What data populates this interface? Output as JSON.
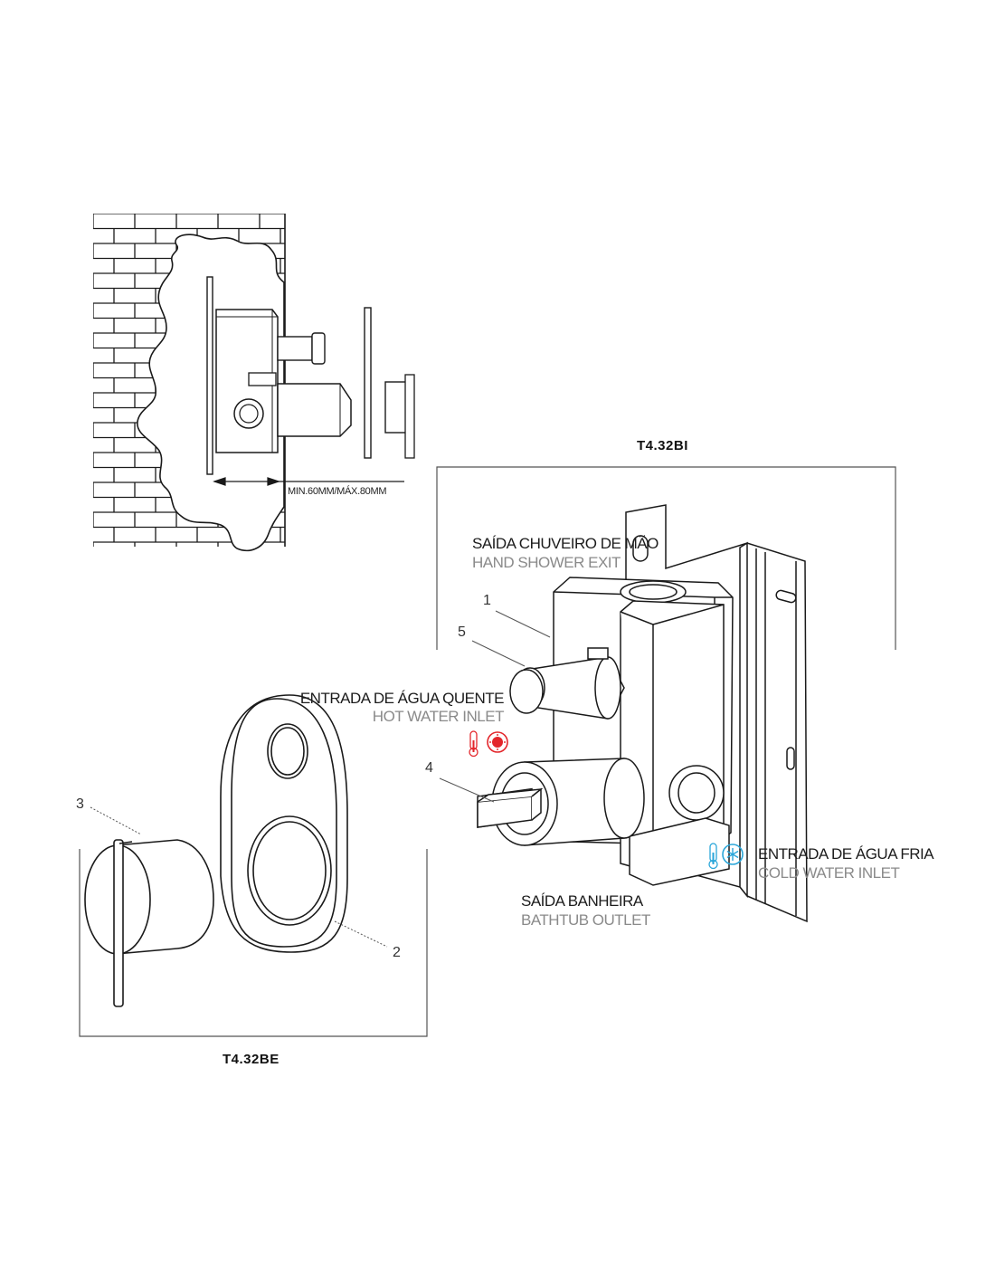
{
  "wall_section": {
    "dimension_label": "MIN.60MM/MÁX.80MM"
  },
  "products": {
    "internal_code": "T4.32BI",
    "external_code": "T4.32BE"
  },
  "callouts": {
    "hand_shower_exit": {
      "pt": "SAÍDA CHUVEIRO DE MÃO",
      "en": "HAND SHOWER EXIT"
    },
    "hot_water_inlet": {
      "pt": "ENTRADA DE ÁGUA QUENTE",
      "en": "HOT WATER INLET"
    },
    "cold_water_inlet": {
      "pt": "ENTRADA DE ÁGUA FRIA",
      "en": "COLD WATER INLET"
    },
    "bathtub_outlet": {
      "pt": "SAÍDA BANHEIRA",
      "en": "BATHTUB OUTLET"
    }
  },
  "part_numbers": [
    "1",
    "2",
    "3",
    "4",
    "5"
  ],
  "icons": {
    "hot": "thermometer-sun-icon",
    "cold": "thermometer-snowflake-icon"
  },
  "colors": {
    "hot": "#e3262b",
    "cold": "#2aa6d9",
    "line": "#1a1a1a"
  }
}
